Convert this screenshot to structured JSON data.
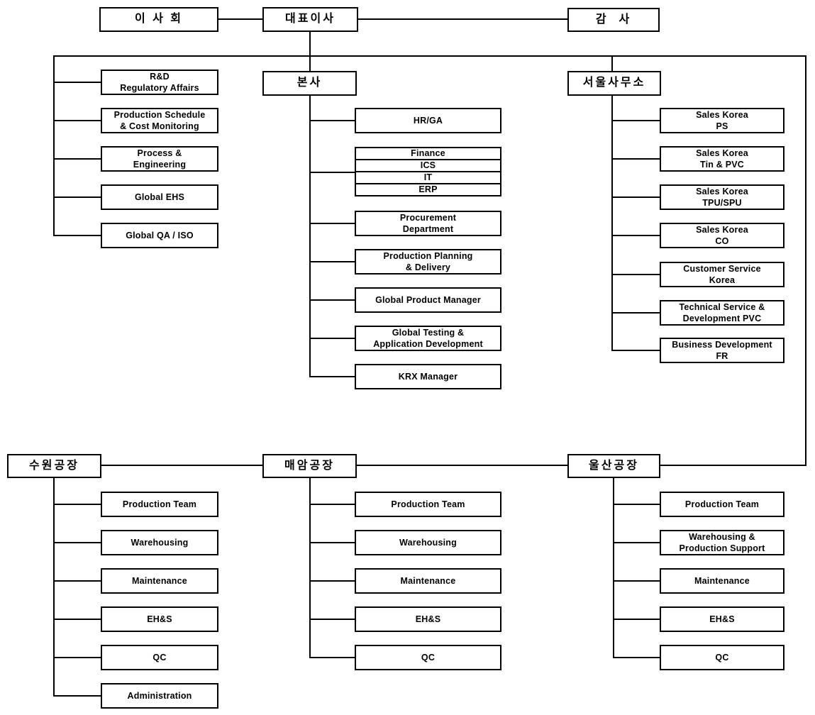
{
  "colors": {
    "line": "#000000",
    "box_border": "#000000",
    "box_bg": "#ffffff",
    "text": "#000000"
  },
  "top": {
    "board": "이 사 회",
    "ceo": "대표이사",
    "auditor": "감  사"
  },
  "staff": [
    "R&D\nRegulatory Affairs",
    "Production Schedule\n& Cost Monitoring",
    "Process &\nEngineering",
    "Global EHS",
    "Global QA / ISO"
  ],
  "hq": {
    "label": "본사",
    "hr_ga": "HR/GA",
    "stack": [
      "Finance",
      "ICS",
      "IT",
      "ERP"
    ],
    "departments": [
      "Procurement\nDepartment",
      "Production Planning\n& Delivery",
      "Global Product Manager",
      "Global Testing &\nApplication Development",
      "KRX Manager"
    ]
  },
  "seoul": {
    "label": "서울사무소",
    "departments": [
      "Sales Korea\nPS",
      "Sales Korea\nTin & PVC",
      "Sales Korea\nTPU/SPU",
      "Sales Korea\nCO",
      "Customer Service\nKorea",
      "Technical Service &\nDevelopment PVC",
      "Business Development\nFR"
    ]
  },
  "plants": {
    "suwon": {
      "label": "수원공장",
      "departments": [
        "Production Team",
        "Warehousing",
        "Maintenance",
        "EH&S",
        "QC",
        "Administration"
      ]
    },
    "maeam": {
      "label": "매암공장",
      "departments": [
        "Production Team",
        "Warehousing",
        "Maintenance",
        "EH&S",
        "QC"
      ]
    },
    "ulsan": {
      "label": "울산공장",
      "departments": [
        "Production Team",
        "Warehousing &\nProduction Support",
        "Maintenance",
        "EH&S",
        "QC"
      ]
    }
  }
}
